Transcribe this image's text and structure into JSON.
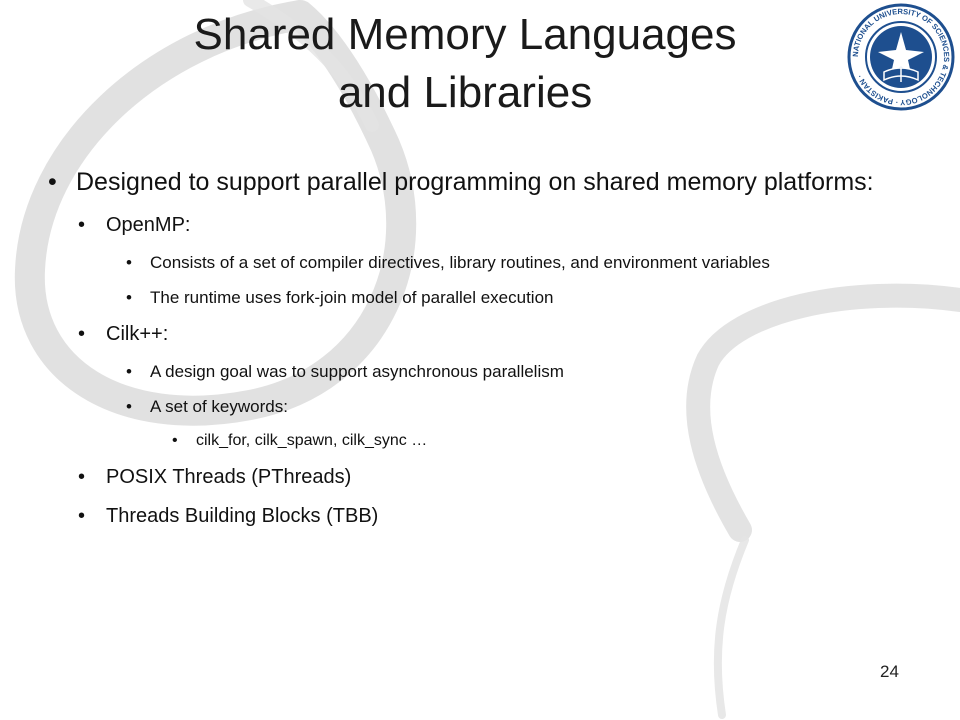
{
  "slide": {
    "title_line1": "Shared Memory Languages",
    "title_line2": "and Libraries",
    "bullet": "•",
    "intro": "Designed to support parallel programming on shared memory platforms:",
    "items": [
      {
        "label": "OpenMP:",
        "subitems": [
          "Consists of a set of compiler directives, library routines, and environment variables",
          "The runtime uses fork-join model of parallel execution"
        ]
      },
      {
        "label": "Cilk++:",
        "subitems": [
          "A design goal was to support asynchronous parallelism",
          "A set of keywords:"
        ],
        "keywords": "cilk_for, cilk_spawn, cilk_sync …"
      },
      {
        "label": "POSIX Threads (PThreads)"
      },
      {
        "label": "Threads Building Blocks (TBB)"
      }
    ],
    "page_number": "24"
  },
  "logo": {
    "name": "university-seal",
    "ring_text": "NATIONAL UNIVERSITY OF SCIENCES & TECHNOLOGY · PAKISTAN ·",
    "color": "#1e4f8f"
  }
}
